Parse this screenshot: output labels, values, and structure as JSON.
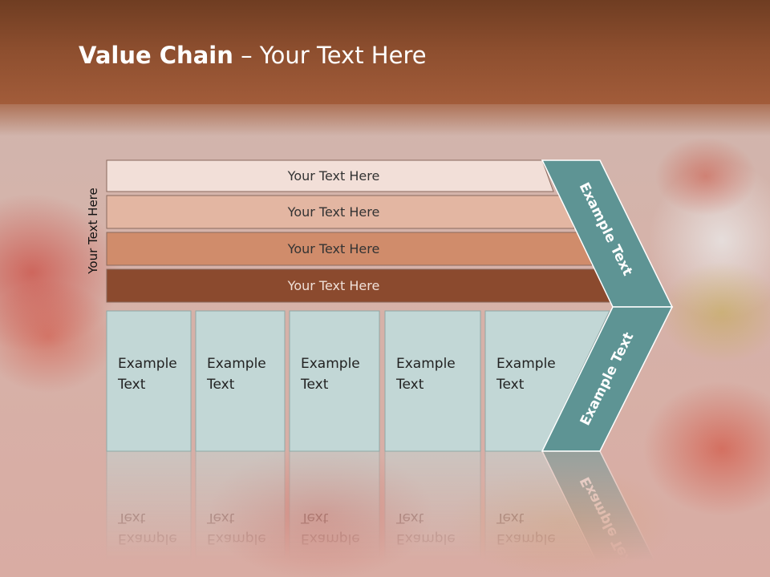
{
  "title": {
    "bold": "Value Chain",
    "rest": " – Your Text Here"
  },
  "side_label": "Your Text Here",
  "rows": [
    {
      "label": "Your Text Here",
      "fill": "#f2dfd8",
      "text_color": "#333333"
    },
    {
      "label": "Your Text Here",
      "fill": "#e3b6a2",
      "text_color": "#333333"
    },
    {
      "label": "Your Text Here",
      "fill": "#d08c6b",
      "text_color": "#333333"
    },
    {
      "label": "Your Text Here",
      "fill": "#8b4a2e",
      "text_color": "#f0e0d8"
    }
  ],
  "boxes": [
    {
      "line1": "Example",
      "line2": "Text"
    },
    {
      "line1": "Example",
      "line2": "Text"
    },
    {
      "line1": "Example",
      "line2": "Text"
    },
    {
      "line1": "Example",
      "line2": "Text"
    },
    {
      "line1": "Example",
      "line2": "Text"
    }
  ],
  "arrow": {
    "upper_label": "Example Text",
    "lower_label": "Example Text",
    "fill": "#5e9494"
  },
  "box_fill": "#c2d7d6"
}
